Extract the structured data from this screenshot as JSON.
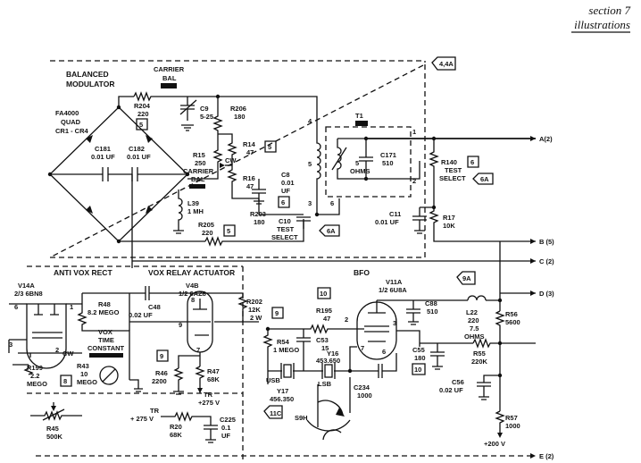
{
  "header": {
    "line1": "section 7",
    "line2": "illustrations"
  },
  "blocks": {
    "balanced_modulator": [
      "BALANCED",
      "MODULATOR"
    ],
    "anti_vox": "ANTI VOX RECT",
    "vox_relay": "VOX RELAY ACTUATOR",
    "bfo": "BFO"
  },
  "refs": {
    "r44a": "4,4A",
    "r6a_a": "6A",
    "r6a_b": "6A",
    "r6": "6",
    "r5a": "5",
    "r5b": "5",
    "r9a": "9",
    "r9b": "9",
    "r9c": "9",
    "r8": "8",
    "r10a": "10",
    "r10b": "10",
    "r9A": "9A",
    "r11c": "11C"
  },
  "components": {
    "carrier_bal": [
      "CARRIER",
      "BAL"
    ],
    "r204": [
      "R204",
      "220"
    ],
    "c9": [
      "C9",
      "5-25"
    ],
    "r206": [
      "R206",
      "180"
    ],
    "fa4000": [
      "FA4000",
      "QUAD",
      "CR1 - CR4"
    ],
    "c181": [
      "C181",
      "0.01 UF"
    ],
    "c182": [
      "C182",
      "0.01 UF"
    ],
    "r15": [
      "R15",
      "250",
      "CARRIER",
      "BAL"
    ],
    "r14": [
      "R14",
      "47"
    ],
    "cw1": "CW",
    "r16": [
      "R16",
      "47"
    ],
    "c8": [
      "C8",
      "0.01",
      "UF"
    ],
    "l39": [
      "L39",
      "1 MH"
    ],
    "r203": [
      "R203",
      "180"
    ],
    "r205": [
      "R205",
      "220"
    ],
    "c10": [
      "C10",
      "TEST",
      "SELECT"
    ],
    "t1": "T1",
    "t1_pins": [
      "4",
      "5",
      "6",
      "1",
      "2",
      "3"
    ],
    "t1_r": [
      "5",
      "OHMS"
    ],
    "c171": [
      "C171",
      "510"
    ],
    "r140": [
      "R140",
      "TEST",
      "SELECT"
    ],
    "c11": [
      "C11",
      "0.01 UF"
    ],
    "r17": [
      "R17",
      "10K"
    ],
    "v14a": [
      "V14A",
      "2/3 6BN8"
    ],
    "v14a_pins": [
      "6",
      "1",
      "3",
      "2"
    ],
    "cw2": "CW",
    "r48": [
      "R48",
      "8.2 MEGO"
    ],
    "c48": [
      "C48",
      "0.02 UF"
    ],
    "vox_tc": [
      "VOX",
      "TIME",
      "CONSTANT"
    ],
    "r199": [
      "R199",
      "2.2",
      "MEGO"
    ],
    "r43": [
      "R43",
      "10",
      "MEGO"
    ],
    "r45": [
      "R45",
      "500K"
    ],
    "v4b": [
      "V4B",
      "1/2 6AZ8"
    ],
    "v4b_pins": [
      "8",
      "9",
      "7"
    ],
    "r46": [
      "R46",
      "2200"
    ],
    "r47": [
      "R47",
      "68K"
    ],
    "tr1": [
      "TR",
      "+275 V"
    ],
    "tr2": [
      "TR",
      "+ 275 V"
    ],
    "r20": [
      "R20",
      "68K"
    ],
    "c225": [
      "C225",
      "0.1",
      "UF"
    ],
    "r202": [
      "R202",
      "12K",
      "2 W"
    ],
    "v11a": [
      "V11A",
      "1/2 6U8A"
    ],
    "v11a_pins": [
      "2",
      "3",
      "7",
      "6"
    ],
    "r195": [
      "R195",
      "47"
    ],
    "r54": [
      "R54",
      "1 MEGO"
    ],
    "c53": [
      "C53",
      "15"
    ],
    "y16": [
      "Y16",
      "453.650"
    ],
    "usb": "USB",
    "lsb": "LSB",
    "y17": [
      "Y17",
      "456.350"
    ],
    "c234": [
      "C234",
      "1000"
    ],
    "s9h": "S9H",
    "c88": [
      "C88",
      "510"
    ],
    "l22": [
      "L22",
      "220",
      "7.5",
      "OHMS"
    ],
    "c55": [
      "C55",
      "180"
    ],
    "r55": [
      "R55",
      "220K"
    ],
    "r56": [
      "R56",
      "5600"
    ],
    "c56": [
      "C56",
      "0.02 UF"
    ],
    "r57": [
      "R57",
      "1000"
    ],
    "v200": "+200 V"
  },
  "buses": {
    "a": "A(2)",
    "b": "B (5)",
    "c": "C (2)",
    "d": "D (3)",
    "e": "E (2)"
  }
}
